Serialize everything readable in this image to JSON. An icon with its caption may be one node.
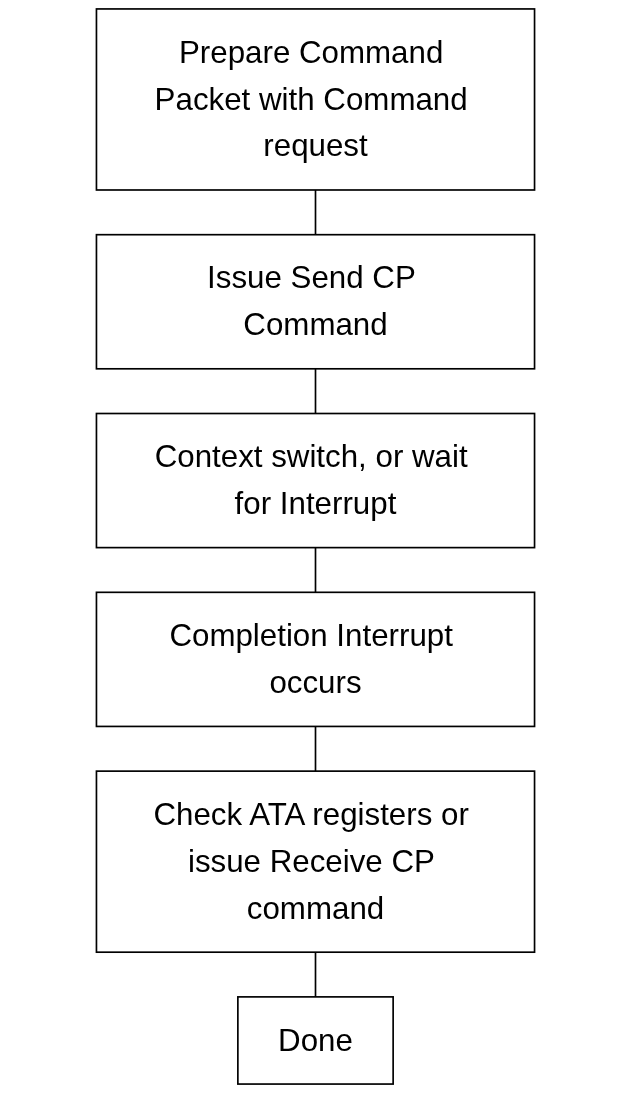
{
  "diagram": {
    "nodes": [
      {
        "text": [
          "Prepare Command Packet with Command request"
        ]
      },
      {
        "text": [
          "Issue Send CP Command"
        ]
      },
      {
        "text": [
          "Context switch, or wait for Interrupt"
        ]
      },
      {
        "text": [
          "Completion Interrupt occurs"
        ]
      },
      {
        "text": [
          "Check ATA registers or issue Receive CP command"
        ]
      },
      {
        "text": [
          "Done"
        ]
      }
    ],
    "edges": [
      {
        "from": 0,
        "to": 1,
        "arrow": "none"
      },
      {
        "from": 1,
        "to": 2,
        "arrow": "none"
      },
      {
        "from": 2,
        "to": 3,
        "arrow": "none"
      },
      {
        "from": 3,
        "to": 4,
        "arrow": "none"
      },
      {
        "from": 4,
        "to": 5,
        "arrow": "none"
      }
    ]
  }
}
